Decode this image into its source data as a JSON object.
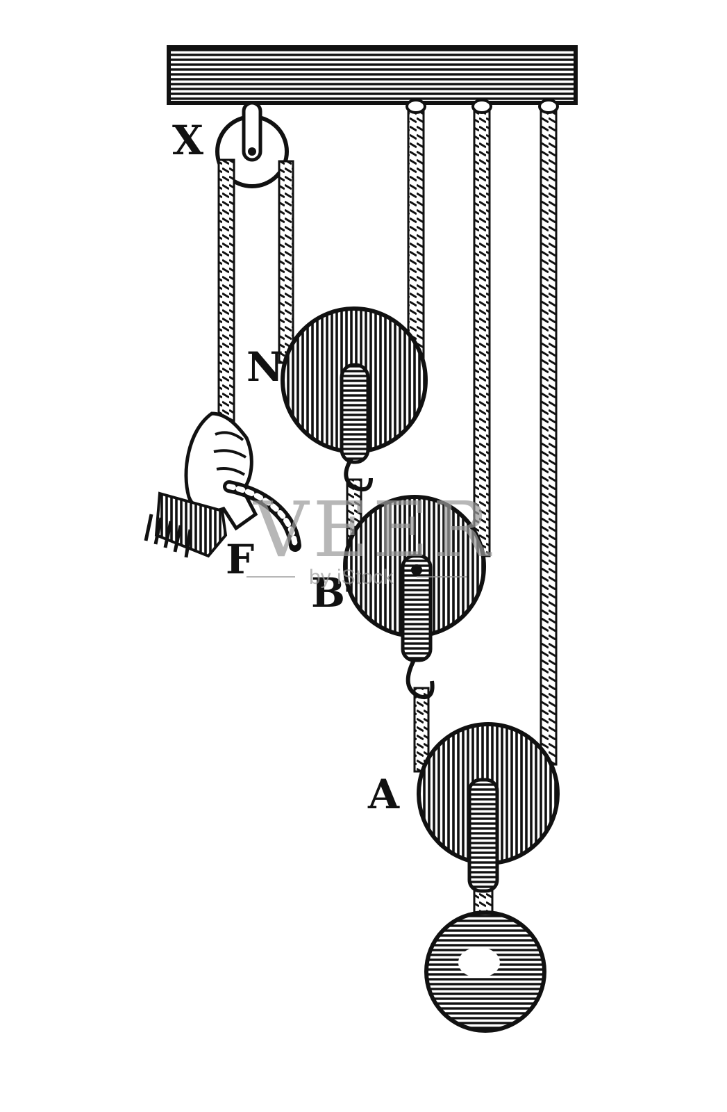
{
  "labels": {
    "x": "X",
    "n": "N",
    "f": "F",
    "b": "B",
    "a": "A"
  },
  "watermark": {
    "main": "VEER",
    "sub": "by iStock"
  },
  "colors": {
    "ink": "#111111",
    "paper": "#ffffff",
    "watermark": "#9a9a9a"
  }
}
